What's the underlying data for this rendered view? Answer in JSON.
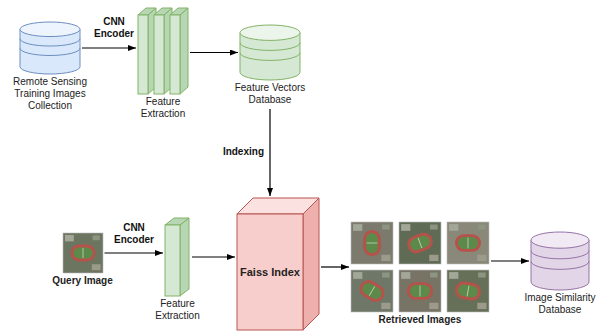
{
  "diagram": {
    "nodes": [
      {
        "text": [
          "Remote Sensing Training Images Collection"
        ]
      },
      {
        "text": [
          "Feature Extraction"
        ]
      },
      {
        "text": [
          "Feature Vectors Database"
        ]
      },
      {
        "text": [
          "Query Image"
        ]
      },
      {
        "text": [
          "Feature Extraction"
        ]
      },
      {
        "text": [
          "Faiss Index"
        ]
      },
      {
        "text": [
          "Retrieved Images"
        ]
      },
      {
        "text": [
          "Image Similarity Database"
        ]
      }
    ],
    "edges": [
      {
        "from": 0,
        "to": 1,
        "arrow": "to",
        "label": "CNN Encoder"
      },
      {
        "from": 1,
        "to": 2,
        "arrow": "to"
      },
      {
        "from": 2,
        "to": 5,
        "arrow": "to",
        "label": "Indexing"
      },
      {
        "from": 3,
        "to": 4,
        "arrow": "to",
        "label": "CNN Encoder"
      },
      {
        "from": 4,
        "to": 5,
        "arrow": "to"
      },
      {
        "from": 5,
        "to": 6,
        "arrow": "to"
      },
      {
        "from": 6,
        "to": 7,
        "arrow": "to"
      }
    ]
  }
}
